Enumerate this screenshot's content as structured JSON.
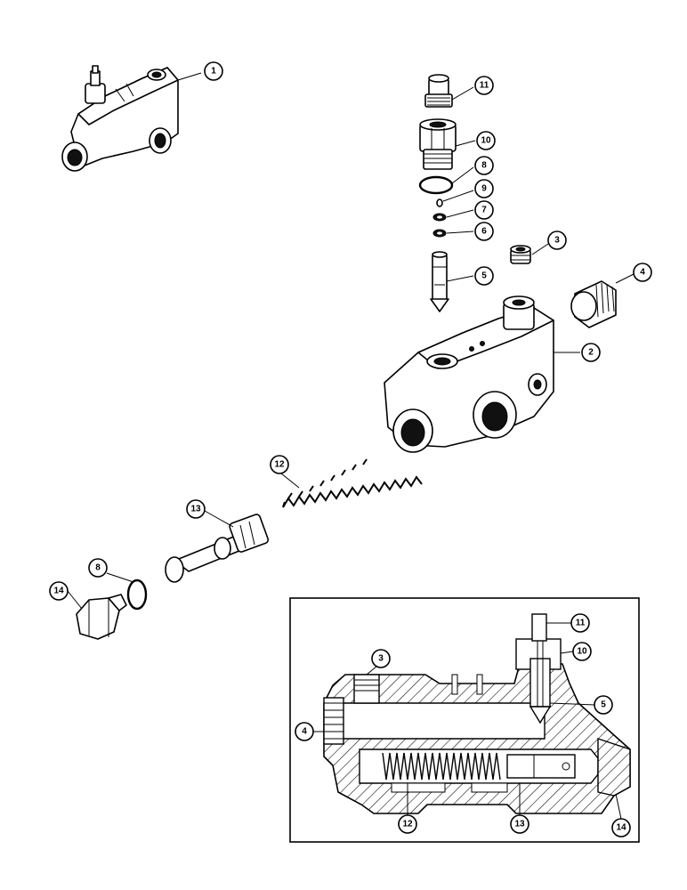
{
  "callouts": {
    "c1": "1",
    "c2": "2",
    "c3": "3",
    "c4": "4",
    "c5": "5",
    "c6": "6",
    "c7": "7",
    "c8": "8",
    "c9": "9",
    "c10": "10",
    "c11": "11",
    "c12": "12",
    "c13": "13",
    "c8b": "8",
    "c14": "14"
  },
  "section": {
    "c3": "3",
    "c4": "4",
    "c5": "5",
    "c10": "10",
    "c11": "11",
    "c12": "12",
    "c13": "13",
    "c14": "14"
  }
}
